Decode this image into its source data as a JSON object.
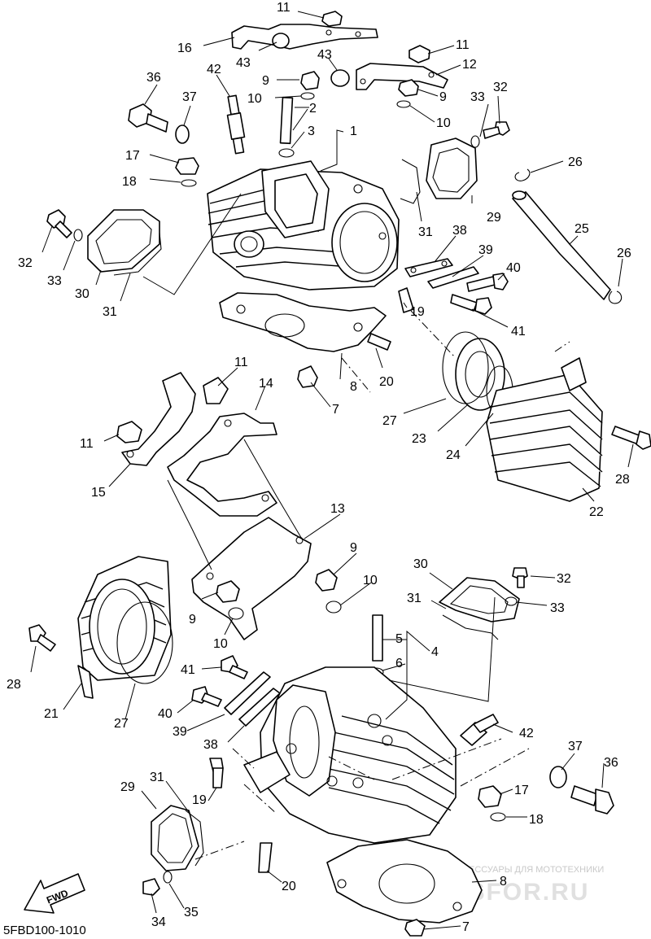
{
  "diagram": {
    "drawing_code": "5FBD100-1010",
    "direction_label": "FWD",
    "watermark": {
      "caption": "ЗАПЧАСТИ И АКСЕССУАРЫ ДЛЯ МОТОТЕХНИКИ",
      "brand": "PARTSFOR.RU"
    },
    "callouts": [
      {
        "id": "c11a",
        "text": "11"
      },
      {
        "id": "c16",
        "text": "16"
      },
      {
        "id": "c43a",
        "text": "43"
      },
      {
        "id": "c43b",
        "text": "43"
      },
      {
        "id": "c11b",
        "text": "11"
      },
      {
        "id": "c12",
        "text": "12"
      },
      {
        "id": "c36a",
        "text": "36"
      },
      {
        "id": "c42a",
        "text": "42"
      },
      {
        "id": "c9a",
        "text": "9"
      },
      {
        "id": "c9b",
        "text": "9"
      },
      {
        "id": "c10a",
        "text": "10"
      },
      {
        "id": "c10b",
        "text": "10"
      },
      {
        "id": "c2a",
        "text": "2"
      },
      {
        "id": "c3a",
        "text": "3"
      },
      {
        "id": "c1",
        "text": "1"
      },
      {
        "id": "c37a",
        "text": "37"
      },
      {
        "id": "c33a",
        "text": "33"
      },
      {
        "id": "c32a",
        "text": "32"
      },
      {
        "id": "c17a",
        "text": "17"
      },
      {
        "id": "c18a",
        "text": "18"
      },
      {
        "id": "c26a",
        "text": "26"
      },
      {
        "id": "c32b",
        "text": "32"
      },
      {
        "id": "c33b",
        "text": "33"
      },
      {
        "id": "c30a",
        "text": "30"
      },
      {
        "id": "c31a",
        "text": "31"
      },
      {
        "id": "c31b",
        "text": "31"
      },
      {
        "id": "c29a",
        "text": "29"
      },
      {
        "id": "c25",
        "text": "25"
      },
      {
        "id": "c38a",
        "text": "38"
      },
      {
        "id": "c39a",
        "text": "39"
      },
      {
        "id": "c40a",
        "text": "40"
      },
      {
        "id": "c26b",
        "text": "26"
      },
      {
        "id": "c19a",
        "text": "19"
      },
      {
        "id": "c41a",
        "text": "41"
      },
      {
        "id": "c20a",
        "text": "20"
      },
      {
        "id": "c8a",
        "text": "8"
      },
      {
        "id": "c7a",
        "text": "7"
      },
      {
        "id": "c27a",
        "text": "27"
      },
      {
        "id": "c23",
        "text": "23"
      },
      {
        "id": "c24",
        "text": "24"
      },
      {
        "id": "c28a",
        "text": "28"
      },
      {
        "id": "c22",
        "text": "22"
      },
      {
        "id": "c11c",
        "text": "11"
      },
      {
        "id": "c14",
        "text": "14"
      },
      {
        "id": "c11d",
        "text": "11"
      },
      {
        "id": "c15",
        "text": "15"
      },
      {
        "id": "c13",
        "text": "13"
      },
      {
        "id": "c9c",
        "text": "9"
      },
      {
        "id": "c10c",
        "text": "10"
      },
      {
        "id": "c9d",
        "text": "9"
      },
      {
        "id": "c10d",
        "text": "10"
      },
      {
        "id": "c30b",
        "text": "30"
      },
      {
        "id": "c32c",
        "text": "32"
      },
      {
        "id": "c31c",
        "text": "31"
      },
      {
        "id": "c33c",
        "text": "33"
      },
      {
        "id": "c5",
        "text": "5"
      },
      {
        "id": "c4",
        "text": "4"
      },
      {
        "id": "c6",
        "text": "6"
      },
      {
        "id": "c28b",
        "text": "28"
      },
      {
        "id": "c41b",
        "text": "41"
      },
      {
        "id": "c40b",
        "text": "40"
      },
      {
        "id": "c39b",
        "text": "39"
      },
      {
        "id": "c38b",
        "text": "38"
      },
      {
        "id": "c42b",
        "text": "42"
      },
      {
        "id": "c21",
        "text": "21"
      },
      {
        "id": "c27b",
        "text": "27"
      },
      {
        "id": "c37b",
        "text": "37"
      },
      {
        "id": "c36b",
        "text": "36"
      },
      {
        "id": "c17b",
        "text": "17"
      },
      {
        "id": "c18b",
        "text": "18"
      },
      {
        "id": "c19b",
        "text": "19"
      },
      {
        "id": "c29b",
        "text": "29"
      },
      {
        "id": "c31d",
        "text": "31"
      },
      {
        "id": "c20b",
        "text": "20"
      },
      {
        "id": "c8b",
        "text": "8"
      },
      {
        "id": "c34",
        "text": "34"
      },
      {
        "id": "c35",
        "text": "35"
      },
      {
        "id": "c7b",
        "text": "7"
      }
    ]
  }
}
